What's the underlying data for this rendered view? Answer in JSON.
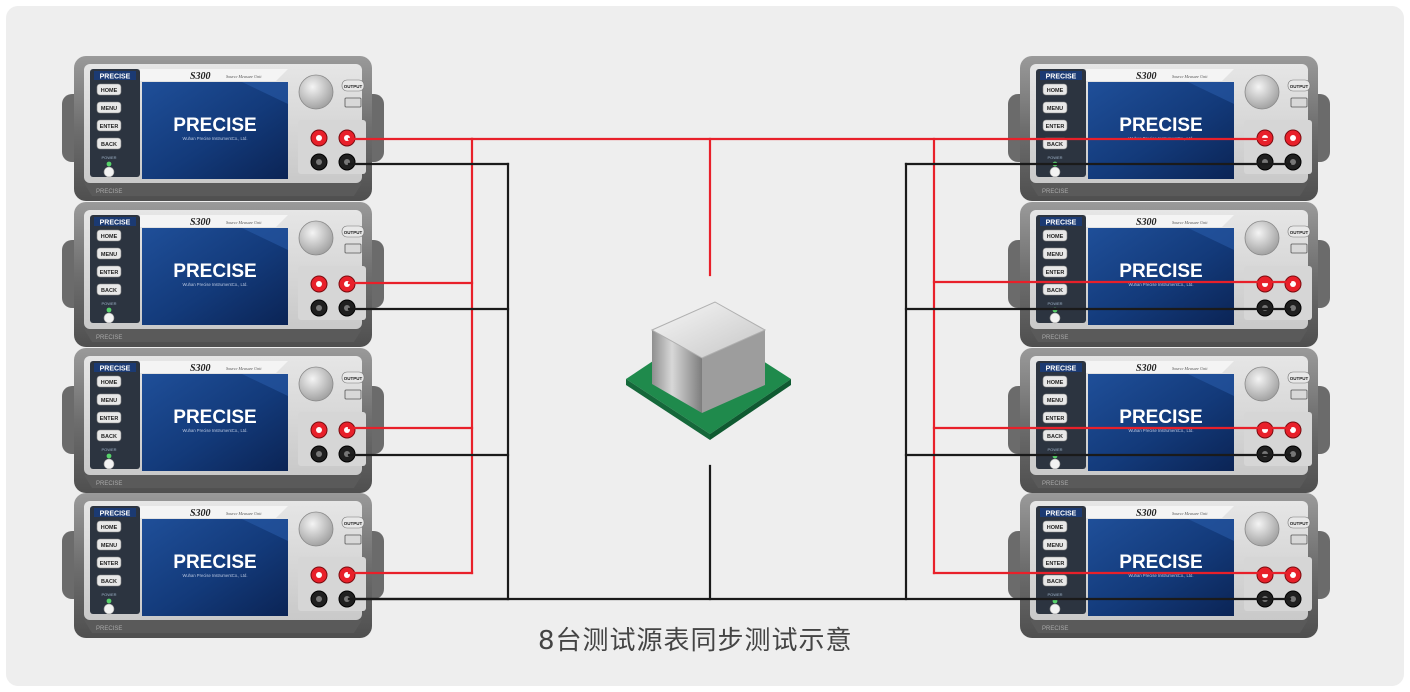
{
  "caption": "8台测试源表同步测试示意",
  "instrument": {
    "brand_small": "PRECISE",
    "model": "S300",
    "model_sub": "Source Measure Unit",
    "buttons": [
      "HOME",
      "MENU",
      "ENTER",
      "BACK"
    ],
    "output_label": "OUTPUT",
    "power_label": "POWER",
    "screen_logo": "PRECISE",
    "screen_sub": "Wuhan Precise InstrumentCo., Ltd.",
    "footer_text": "PRECISE"
  },
  "left_units": 4,
  "right_units": 4,
  "colors": {
    "red_wire": "#e8202a",
    "black_wire": "#1a1a1a",
    "screen": "#163a78",
    "pcb": "#1f8a4c",
    "body": "#7c7c7c"
  }
}
